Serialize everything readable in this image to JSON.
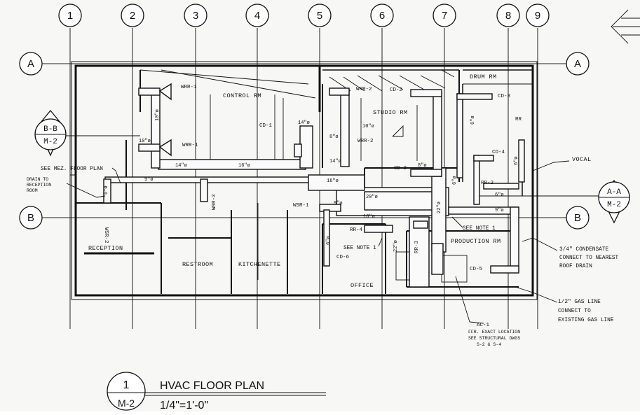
{
  "title": {
    "number": "1",
    "sheet": "M-2",
    "name": "HVAC FLOOR PLAN",
    "scale": "1/4\"=1'-0\""
  },
  "grid_columns": [
    "1",
    "2",
    "3",
    "4",
    "5",
    "6",
    "7",
    "8",
    "9"
  ],
  "grid_rows": [
    "A",
    "B"
  ],
  "sections": [
    {
      "top": "B-B",
      "bottom": "M-2"
    },
    {
      "top": "A-A",
      "bottom": "M-2"
    }
  ],
  "rooms": {
    "control": "CONTROL RM",
    "studio": "STUDIO RM",
    "drum": "DRUM RM",
    "vocal": "VOCAL",
    "reception": "RECEPTION",
    "restroom": "RESTROOM",
    "kitchenette": "KITCHENETTE",
    "office": "OFFICE",
    "production": "PRODUCTION RM"
  },
  "tags": {
    "wrr1a": "WRR-1",
    "wrr1b": "WRR-1",
    "wrr2a": "WRR-2",
    "wrr2b": "WRR-2",
    "wrr3": "WRR-3",
    "wsr1": "WSR-1",
    "wsr2": "WSR-2",
    "cd1": "CD-1",
    "cd2a": "CD-2",
    "cd2b": "CD-2",
    "cd3": "CD-3",
    "cd4": "CD-4",
    "cd5": "CD-5",
    "cd6": "CD-6",
    "rr2": "RR-2",
    "rr3": "RR-3",
    "rr4": "RR-4",
    "rr_small": "RR",
    "ac1": "AC-1"
  },
  "sizes": {
    "s10a": "10\"ø",
    "s10b": "10\"ø",
    "s10c": "10\"ø",
    "s10d": "10\"ø",
    "s14a": "14\"ø",
    "s14b": "14\"ø",
    "s14c": "14\"ø",
    "s16a": "16\"ø",
    "s16b": "16\"ø",
    "s9a": "9\"ø",
    "s9b": "9\"ø",
    "s9c": "9\"ø",
    "s8a": "8\"ø",
    "s8b": "8\"ø",
    "s20": "20\"ø",
    "s22a": "22\"ø",
    "s22b": "22\"ø",
    "s6a": "6\"ø",
    "s6b": "6\"ø",
    "s6c": "6\"ø",
    "s6d": "6\"ø",
    "s6e": "6\"ø",
    "s6f": "6\"ø"
  },
  "notes": {
    "mez": "SEE MEZ. FLOOR PLAN",
    "drain1": "DRAIN TO",
    "drain2": "RECEPTION",
    "drain3": "ROOM",
    "seenote1a": "SEE NOTE 1",
    "seenote1b": "SEE NOTE 1",
    "cond1": "3/4\" CONDENSATE",
    "cond2": "CONNECT TO NEAREST",
    "cond3": "ROOF DRAIN",
    "gas1": "1/2\" GAS LINE",
    "gas2": "CONNECT TO",
    "gas3": "EXISTING GAS LINE",
    "ac2": "FFR. EXACT LOCATION",
    "ac3": "SEE STRUCTURAL DWGS",
    "ac4": "S-2 & S-4"
  }
}
